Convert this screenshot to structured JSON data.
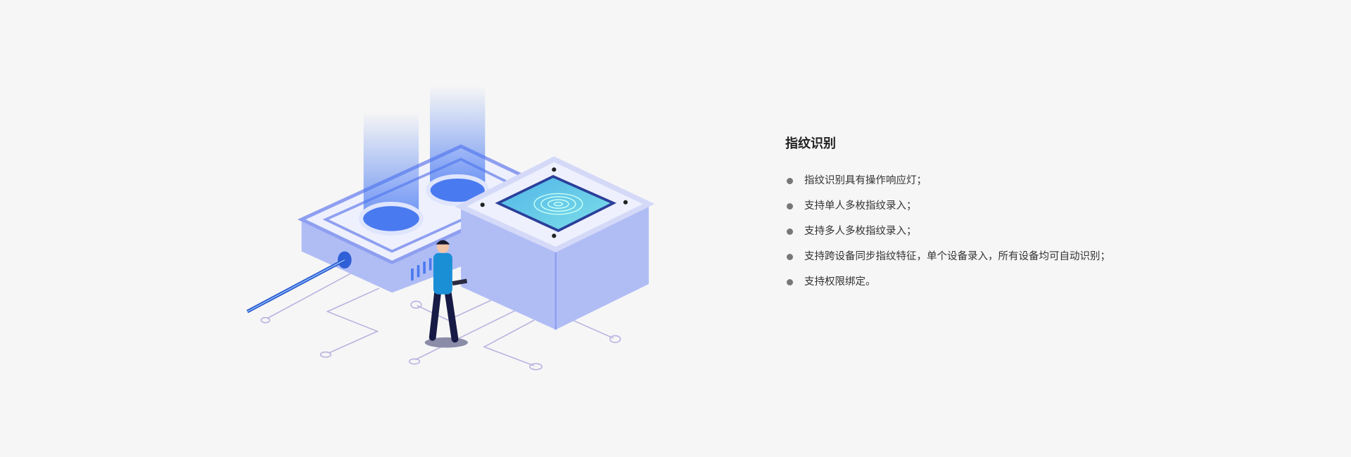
{
  "feature": {
    "title": "指纹识别",
    "items": [
      "指纹识别具有操作响应灯；",
      "支持单人多枚指纹录入；",
      "支持多人多枚指纹录入；",
      "支持跨设备同步指纹特征，单个设备录入，所有设备均可自动识别；",
      "支持权限绑定。"
    ]
  },
  "colors": {
    "background": "#f6f6f6",
    "device": "#b0bdf5",
    "accent": "#4a7af0"
  }
}
